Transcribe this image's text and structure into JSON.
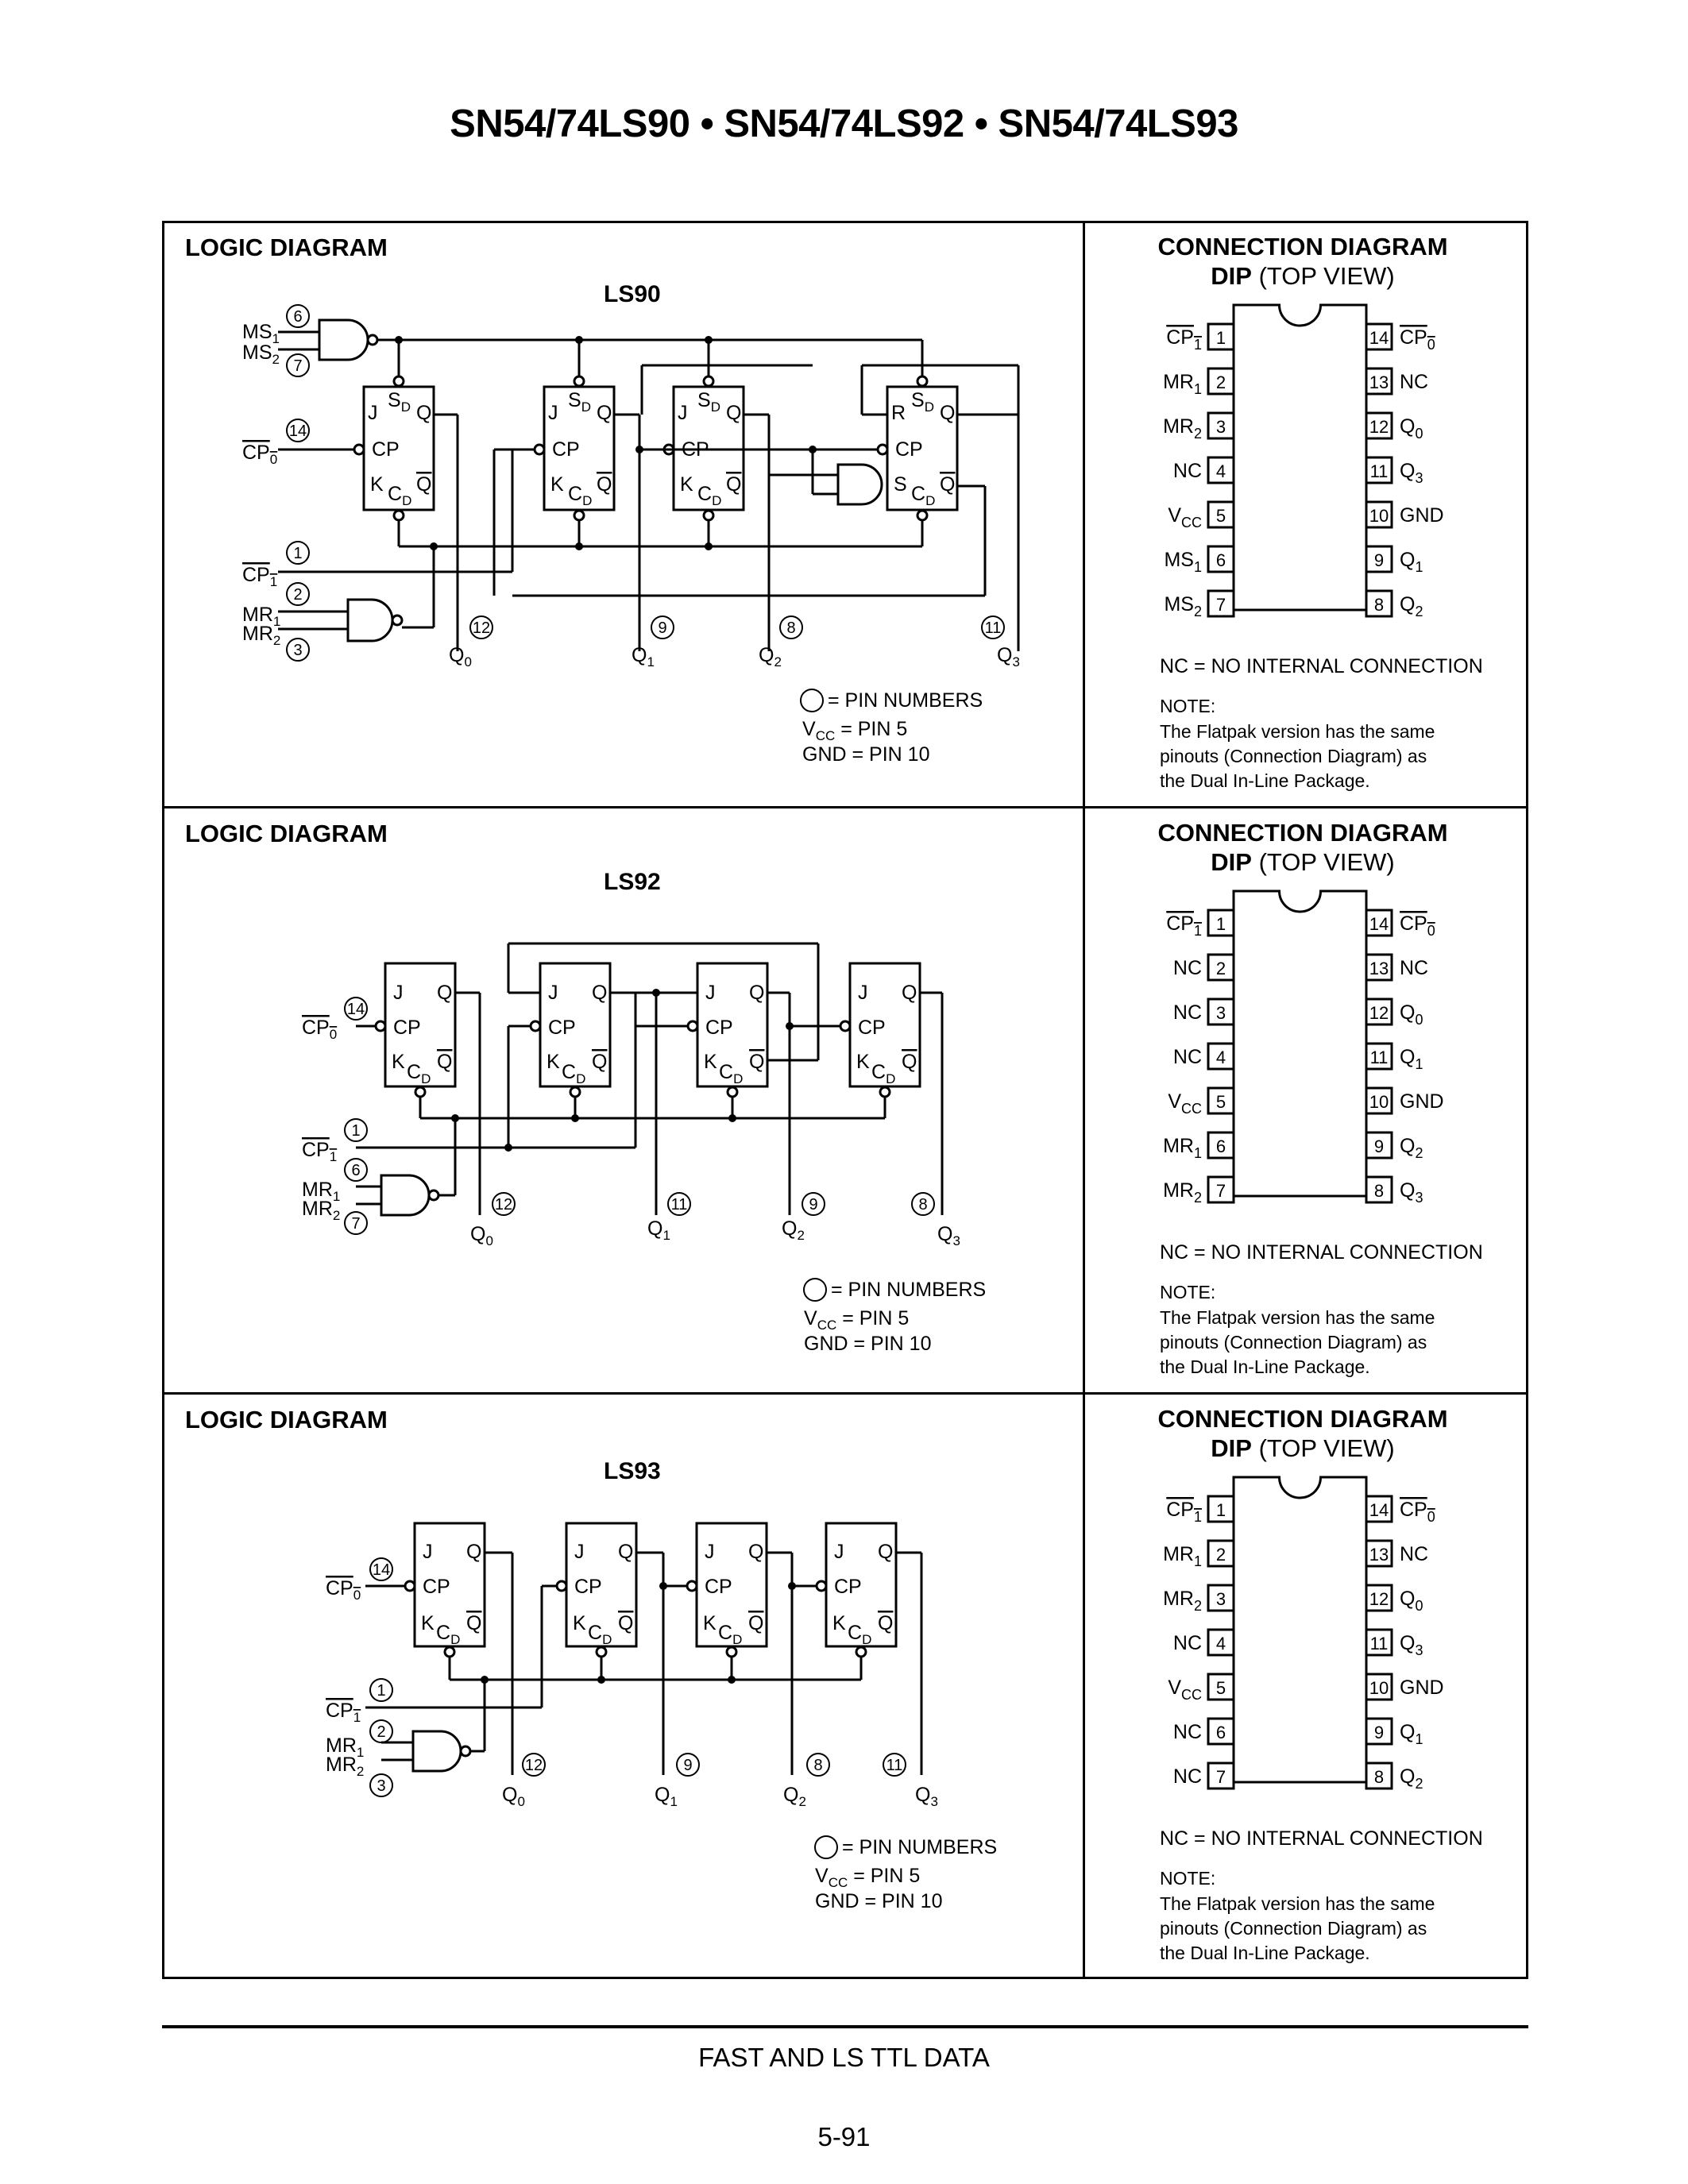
{
  "title": "SN54/74LS90 • SN54/74LS92 • SN54/74LS93",
  "footer": "FAST AND LS TTL DATA",
  "page_number": "5-91",
  "labels": {
    "J": "J",
    "K": "K",
    "Q": "Q",
    "CP": "CP",
    "S": "S",
    "R": "R",
    "C": "C",
    "D": "D",
    "CPbar": "CP",
    "MS": "MS",
    "MR": "MR",
    "VCC": "V",
    "CC": "CC",
    "NC": "NC",
    "GND": "GND",
    "one": "1",
    "two": "2",
    "zero": "0",
    "three": "3"
  },
  "sections": [
    {
      "logic_title": "LOGIC DIAGRAM",
      "device": "LS90",
      "legend": {
        "pins": "= PIN NUMBERS",
        "vcc": "= PIN 5",
        "gnd": "GND = PIN 10"
      },
      "circuit_pins": [
        "6",
        "7",
        "14",
        "1",
        "2",
        "3",
        "12",
        "9",
        "8",
        "11"
      ],
      "connection": {
        "title": "CONNECTION DIAGRAM",
        "dip": "DIP",
        "view": "(TOP VIEW)",
        "left": [
          {
            "num": "1",
            "name": "CP",
            "sub": "1",
            "bar": true
          },
          {
            "num": "2",
            "name": "MR",
            "sub": "1"
          },
          {
            "num": "3",
            "name": "MR",
            "sub": "2"
          },
          {
            "num": "4",
            "name": "NC",
            "sub": ""
          },
          {
            "num": "5",
            "name": "V",
            "sub": "CC"
          },
          {
            "num": "6",
            "name": "MS",
            "sub": "1"
          },
          {
            "num": "7",
            "name": "MS",
            "sub": "2"
          }
        ],
        "right": [
          {
            "num": "14",
            "name": "CP",
            "sub": "0",
            "bar": true
          },
          {
            "num": "13",
            "name": "NC",
            "sub": ""
          },
          {
            "num": "12",
            "name": "Q",
            "sub": "0"
          },
          {
            "num": "11",
            "name": "Q",
            "sub": "3"
          },
          {
            "num": "10",
            "name": "GND",
            "sub": ""
          },
          {
            "num": "9",
            "name": "Q",
            "sub": "1"
          },
          {
            "num": "8",
            "name": "Q",
            "sub": "2"
          }
        ],
        "nc_note": "NC = NO INTERNAL CONNECTION",
        "note_title": "NOTE:",
        "note_lines": [
          "The Flatpak version has the same",
          "pinouts (Connection Diagram) as",
          "the Dual In-Line Package."
        ]
      }
    },
    {
      "logic_title": "LOGIC DIAGRAM",
      "device": "LS92",
      "legend": {
        "pins": "= PIN NUMBERS",
        "vcc": "= PIN 5",
        "gnd": "GND = PIN 10"
      },
      "circuit_pins": [
        "14",
        "1",
        "6",
        "7",
        "12",
        "11",
        "9",
        "8"
      ],
      "connection": {
        "title": "CONNECTION DIAGRAM",
        "dip": "DIP",
        "view": "(TOP VIEW)",
        "left": [
          {
            "num": "1",
            "name": "CP",
            "sub": "1",
            "bar": true
          },
          {
            "num": "2",
            "name": "NC",
            "sub": ""
          },
          {
            "num": "3",
            "name": "NC",
            "sub": ""
          },
          {
            "num": "4",
            "name": "NC",
            "sub": ""
          },
          {
            "num": "5",
            "name": "V",
            "sub": "CC"
          },
          {
            "num": "6",
            "name": "MR",
            "sub": "1"
          },
          {
            "num": "7",
            "name": "MR",
            "sub": "2"
          }
        ],
        "right": [
          {
            "num": "14",
            "name": "CP",
            "sub": "0",
            "bar": true
          },
          {
            "num": "13",
            "name": "NC",
            "sub": ""
          },
          {
            "num": "12",
            "name": "Q",
            "sub": "0"
          },
          {
            "num": "11",
            "name": "Q",
            "sub": "1"
          },
          {
            "num": "10",
            "name": "GND",
            "sub": ""
          },
          {
            "num": "9",
            "name": "Q",
            "sub": "2"
          },
          {
            "num": "8",
            "name": "Q",
            "sub": "3"
          }
        ],
        "nc_note": "NC = NO INTERNAL CONNECTION",
        "note_title": "NOTE:",
        "note_lines": [
          "The Flatpak version has the same",
          "pinouts (Connection Diagram) as",
          "the Dual In-Line Package."
        ]
      }
    },
    {
      "logic_title": "LOGIC DIAGRAM",
      "device": "LS93",
      "legend": {
        "pins": "= PIN NUMBERS",
        "vcc": "= PIN 5",
        "gnd": "GND = PIN 10"
      },
      "circuit_pins": [
        "14",
        "1",
        "2",
        "3",
        "12",
        "9",
        "8",
        "11"
      ],
      "connection": {
        "title": "CONNECTION DIAGRAM",
        "dip": "DIP",
        "view": "(TOP VIEW)",
        "left": [
          {
            "num": "1",
            "name": "CP",
            "sub": "1",
            "bar": true
          },
          {
            "num": "2",
            "name": "MR",
            "sub": "1"
          },
          {
            "num": "3",
            "name": "MR",
            "sub": "2"
          },
          {
            "num": "4",
            "name": "NC",
            "sub": ""
          },
          {
            "num": "5",
            "name": "V",
            "sub": "CC"
          },
          {
            "num": "6",
            "name": "NC",
            "sub": ""
          },
          {
            "num": "7",
            "name": "NC",
            "sub": ""
          }
        ],
        "right": [
          {
            "num": "14",
            "name": "CP",
            "sub": "0",
            "bar": true
          },
          {
            "num": "13",
            "name": "NC",
            "sub": ""
          },
          {
            "num": "12",
            "name": "Q",
            "sub": "0"
          },
          {
            "num": "11",
            "name": "Q",
            "sub": "3"
          },
          {
            "num": "10",
            "name": "GND",
            "sub": ""
          },
          {
            "num": "9",
            "name": "Q",
            "sub": "1"
          },
          {
            "num": "8",
            "name": "Q",
            "sub": "2"
          }
        ],
        "nc_note": "NC = NO INTERNAL CONNECTION",
        "note_title": "NOTE:",
        "note_lines": [
          "The Flatpak version has the same",
          "pinouts (Connection Diagram) as",
          "the Dual In-Line Package."
        ]
      }
    }
  ]
}
